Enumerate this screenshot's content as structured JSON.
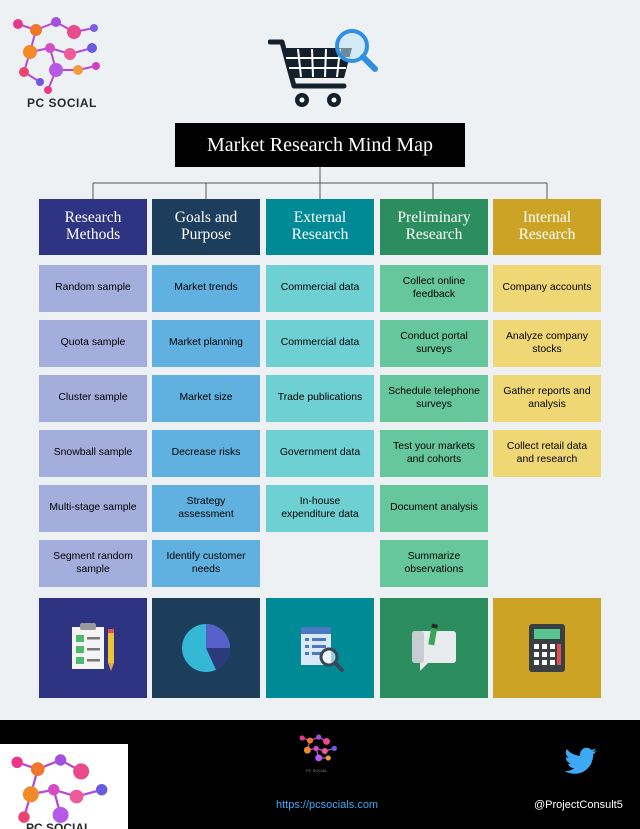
{
  "brand": {
    "name": "PC SOCIAL"
  },
  "title": "Market Research Mind Map",
  "columns": [
    {
      "heading": "Research Methods",
      "head_color": "#2e3481",
      "head_text_color": "#ffffff",
      "item_color": "#a4aedc",
      "item_text_color": "#1d1d1d",
      "foot_color": "#2e3481",
      "foot_icon": "checklist-icon",
      "items": [
        "Random sample",
        "Quota sample",
        "Cluster sample",
        "Snowball sample",
        "Multi-stage sample",
        "Segment random sample"
      ]
    },
    {
      "heading": "Goals and Purpose",
      "head_color": "#1c3d5c",
      "head_text_color": "#ffffff",
      "item_color": "#61b1e0",
      "item_text_color": "#1d1d1d",
      "foot_color": "#1c3d5c",
      "foot_icon": "pie-chart-icon",
      "items": [
        "Market trends",
        "Market planning",
        "Market size",
        "Decrease risks",
        "Strategy assessment",
        "Identify customer needs"
      ]
    },
    {
      "heading": "External Research",
      "head_color": "#008a96",
      "head_text_color": "#ffffff",
      "item_color": "#6fd0d3",
      "item_text_color": "#1d1d1d",
      "foot_color": "#008a96",
      "foot_icon": "document-search-icon",
      "items": [
        "Commercial data",
        "Commercial data",
        "Trade publications",
        "Government data",
        "In-house expenditure data"
      ]
    },
    {
      "heading": "Preliminary Research",
      "head_color": "#2c8d5e",
      "head_text_color": "#ffffff",
      "item_color": "#67c79c",
      "item_text_color": "#1d1d1d",
      "foot_color": "#2c8d5e",
      "foot_icon": "notes-icon",
      "items": [
        "Collect online feedback",
        "Conduct portal surveys",
        "Schedule telephone surveys",
        "Test your markets and cohorts",
        "Document analysis",
        "Summarize observations"
      ]
    },
    {
      "heading": "Internal Research",
      "head_color": "#cda326",
      "head_text_color": "#ffffff",
      "item_color": "#efd776",
      "item_text_color": "#1d1d1d",
      "foot_color": "#cda326",
      "foot_icon": "calculator-icon",
      "items": [
        "Company accounts",
        "Analyze company stocks",
        "Gather reports and analysis",
        "Collect retail data and research"
      ]
    }
  ],
  "footer": {
    "url": "https://pcsocials.com",
    "handle": "@ProjectConsult5",
    "mini_brand": "PC SOCIAL"
  }
}
